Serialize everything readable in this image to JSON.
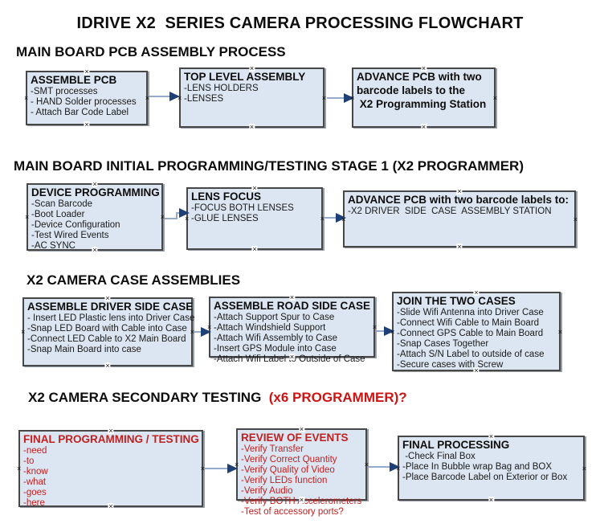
{
  "title": "IDRIVE X2  SERIES CAMERA PROCESSING FLOWCHART",
  "colors": {
    "box_fill": "#dce6f2",
    "box_border": "#474747",
    "red_text": "#c22020",
    "connector_line": "#94abce",
    "connector_arrow": "#1f3f77"
  },
  "icons": {
    "connection_point": "×"
  },
  "sections": [
    {
      "heading": "MAIN BOARD PCB ASSEMBLY PROCESS",
      "boxes": [
        {
          "title": "ASSEMBLE PCB",
          "items": [
            "-SMT processes",
            "- HAND Solder processes",
            "- Attach Bar Code Label"
          ]
        },
        {
          "title": "TOP LEVEL ASSEMBLY",
          "items": [
            "-LENS HOLDERS",
            "-LENSES"
          ]
        },
        {
          "title": "ADVANCE PCB with two",
          "items": [
            "barcode labels to the",
            " X2 Programming Station"
          ]
        }
      ]
    },
    {
      "heading": "MAIN BOARD INITIAL PROGRAMMING/TESTING STAGE 1 (X2 PROGRAMMER)",
      "boxes": [
        {
          "title": "DEVICE PROGRAMMING",
          "items": [
            "-Scan Barcode",
            "-Boot Loader",
            "-Device Configuration",
            "-Test Wired Events",
            "-AC SYNC"
          ]
        },
        {
          "title": "LENS FOCUS",
          "items": [
            "-FOCUS BOTH LENSES",
            "-GLUE LENSES"
          ]
        },
        {
          "title": "ADVANCE PCB with two barcode labels to:",
          "items": [
            "-X2 DRIVER  SIDE  CASE  ASSEMBLY STATION"
          ]
        }
      ]
    },
    {
      "heading": "X2 CAMERA CASE ASSEMBLIES",
      "boxes": [
        {
          "title": "ASSEMBLE DRIVER SIDE CASE",
          "items": [
            "- Insert LED Plastic lens into Driver Case",
            "-Snap LED Board with Cable into Case",
            "-Connect LED Cable to X2 Main Board",
            "-Snap Main Board into case"
          ]
        },
        {
          "title": "ASSEMBLE ROAD SIDE CASE",
          "items": [
            "-Attach Support Spur to Case",
            "-Attach Windshield Support",
            "-Attach Wifi Assembly to Case",
            "-Insert GPS Module into Case",
            "-Attach Wifi Label to Outside of Case"
          ]
        },
        {
          "title": "JOIN THE TWO CASES",
          "items": [
            "-Slide Wifi Antenna into Driver Case",
            "-Connect Wifi Cable to Main Board",
            "-Connect GPS Cable to Main Board",
            "-Snap Cases Together",
            "-Attach S/N Label to outside of case",
            "-Secure cases with Screw"
          ]
        }
      ]
    },
    {
      "heading": "X2 CAMERA SECONDARY TESTING  ",
      "heading_red": "(x6 PROGRAMMER)?",
      "boxes": [
        {
          "title": "FINAL PROGRAMMING / TESTING",
          "items": [
            "-need",
            "-to",
            "-know",
            "-what",
            "-goes",
            "-here"
          ]
        },
        {
          "title": "REVIEW OF EVENTS",
          "items": [
            "-Verify Transfer",
            "-Verify Correct Quantity",
            "-Verify Quality of Video",
            "-Verify LEDs function",
            "-Verify Audio",
            "-Verify BOTH Accelerometers",
            "-Test of accessory ports?"
          ]
        },
        {
          "title": "FINAL PROCESSING",
          "items": [
            " -Check Final Box",
            "-Place In Bubble wrap Bag and BOX",
            "-Place Barcode Label on Exterior or Box"
          ]
        }
      ]
    }
  ]
}
